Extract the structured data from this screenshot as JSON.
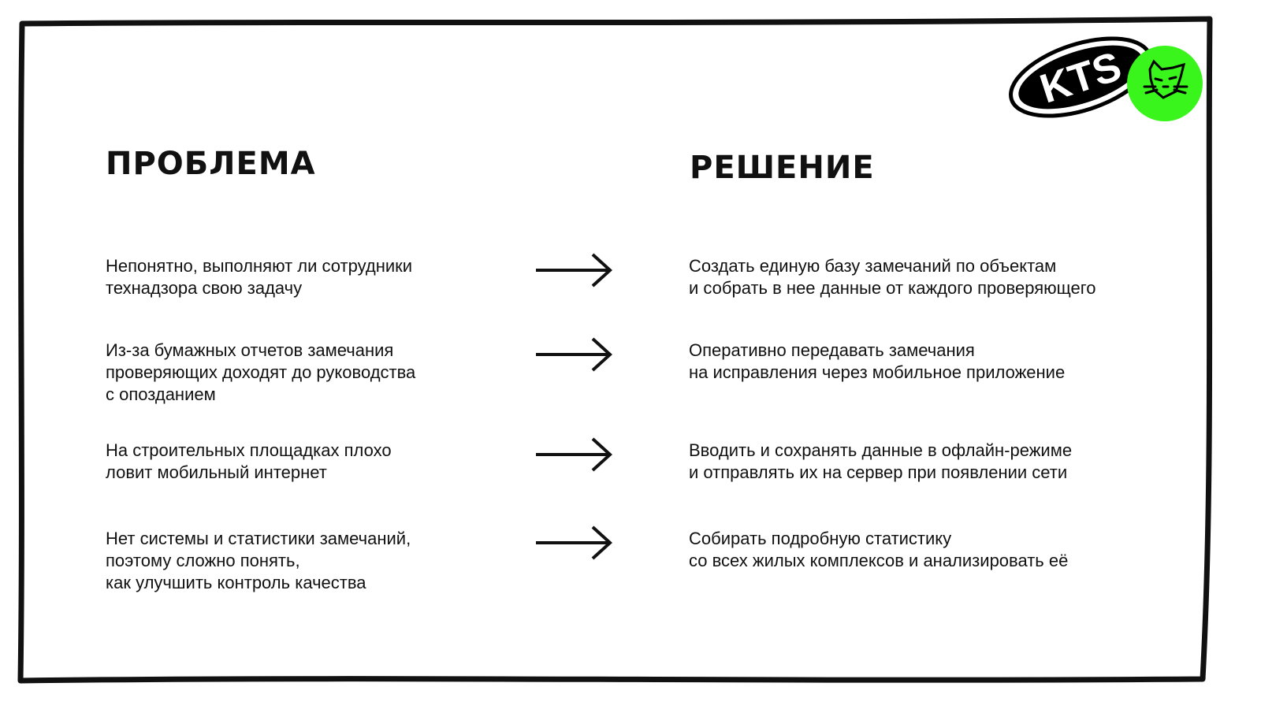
{
  "headings": {
    "problem": "ПРОБЛЕМА",
    "solution": "РЕШЕНИЕ"
  },
  "rows": [
    {
      "problem": "Непонятно, выполняют ли сотрудники\nтехнадзора свою задачу",
      "solution": "Создать единую базу замечаний по объектам\nи собрать в нее данные от каждого проверяющего"
    },
    {
      "problem": "Из-за бумажных отчетов замечания\nпроверяющих доходят до руководства\nс опозданием",
      "solution": "Оперативно передавать замечания\nна исправления через мобильное приложение"
    },
    {
      "problem": "На строительных площадках плохо\nловит мобильный интернет",
      "solution": "Вводить и сохранять данные в офлайн-режиме\nи отправлять их на сервер при появлении сети"
    },
    {
      "problem": "Нет системы и статистики замечаний,\nпоэтому сложно понять,\nкак улучшить контроль качества",
      "solution": "Собирать подробную статистику\nсо всех жилых комплексов и анализировать её"
    }
  ],
  "logo": {
    "text": "KTS",
    "accent": "#39f51b"
  }
}
